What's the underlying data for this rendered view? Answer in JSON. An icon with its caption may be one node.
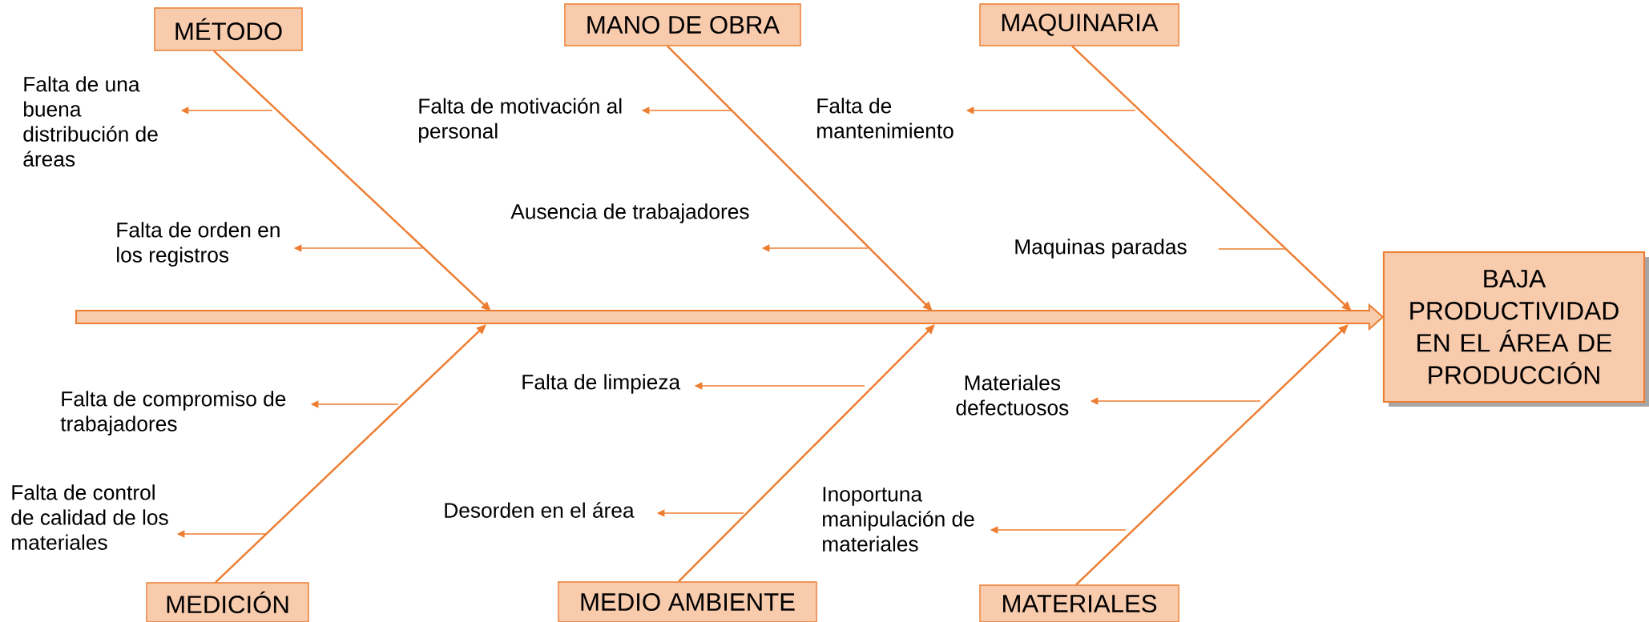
{
  "diagram": {
    "nodes": [
      {
        "text": [
          "MÉTODO"
        ]
      },
      {
        "text": [
          "MANO DE OBRA"
        ]
      },
      {
        "text": [
          "MAQUINARIA"
        ]
      },
      {
        "text": [
          "BAJA PRODUCTIVIDAD EN EL ÁREA DE PRODUCCIÓN"
        ]
      },
      {
        "text": [
          "MEDICIÓN"
        ]
      },
      {
        "text": [
          "MEDIO AMBIENTE"
        ]
      },
      {
        "text": [
          "MATERIALES"
        ]
      },
      {
        "text": [
          "Falta de una buena distribución de áreas"
        ]
      },
      {
        "text": [
          "Falta de orden en los registros"
        ]
      },
      {
        "text": [
          "Falta de motivación al personal"
        ]
      },
      {
        "text": [
          "Ausencia de trabajadores"
        ]
      },
      {
        "text": [
          "Falta de mantenimiento"
        ]
      },
      {
        "text": [
          "Maquinas paradas"
        ]
      },
      {
        "text": [
          "Falta de compromiso de trabajadores"
        ]
      },
      {
        "text": [
          "Falta de control de calidad de los materiales"
        ]
      },
      {
        "text": [
          "Falta de limpieza"
        ]
      },
      {
        "text": [
          "Desorden en el área"
        ]
      },
      {
        "text": [
          "Materiales defectuosos"
        ]
      },
      {
        "text": [
          "Inoportuna manipulación de materiales"
        ]
      }
    ],
    "edges": [
      {
        "from": 0,
        "to": null,
        "arrow": "to"
      },
      {
        "from": 1,
        "to": null,
        "arrow": "to"
      },
      {
        "from": 2,
        "to": null,
        "arrow": "to"
      },
      {
        "from": 4,
        "to": null,
        "arrow": "to"
      },
      {
        "from": 5,
        "to": null,
        "arrow": "to"
      },
      {
        "from": 6,
        "to": null,
        "arrow": "to"
      },
      {
        "from": null,
        "to": 3,
        "arrow": "to",
        "style": "thick"
      },
      {
        "from": null,
        "to": 7,
        "arrow": "to"
      },
      {
        "from": null,
        "to": 8,
        "arrow": "to"
      },
      {
        "from": null,
        "to": 9,
        "arrow": "to"
      },
      {
        "from": null,
        "to": 10,
        "arrow": "to"
      },
      {
        "from": null,
        "to": 11,
        "arrow": "to"
      },
      {
        "from": null,
        "to": 12,
        "arrow": "none"
      },
      {
        "from": null,
        "to": 13,
        "arrow": "to"
      },
      {
        "from": null,
        "to": 14,
        "arrow": "to"
      },
      {
        "from": null,
        "to": 15,
        "arrow": "to"
      },
      {
        "from": null,
        "to": 16,
        "arrow": "to"
      },
      {
        "from": null,
        "to": 17,
        "arrow": "to"
      },
      {
        "from": null,
        "to": 18,
        "arrow": "to"
      }
    ]
  }
}
